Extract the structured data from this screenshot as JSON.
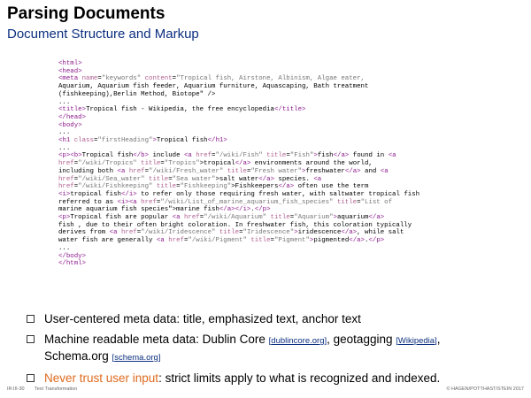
{
  "slide": {
    "title": "Parsing Documents",
    "subtitle": "Document Structure and Markup"
  },
  "code_lines": [
    "<html>",
    "<head>",
    "<meta name=\"keywords\" content=\"Tropical fish, Airstone, Albinism, Algae eater,",
    "Aquarium, Aquarium fish feeder, Aquarium furniture, Aquascaping, Bath treatment",
    "(fishkeeping),Berlin Method, Biotope\" />",
    "...",
    "<title>Tropical fish - Wikipedia, the free encyclopedia</title>",
    "</head>",
    "<body>",
    "...",
    "<h1 class=\"firstHeading\">Tropical fish</h1>",
    "...",
    "<p><b>Tropical fish</b> include <a href=\"/wiki/Fish\" title=\"Fish\">fish</a> found in <a",
    "href=\"/wiki/Tropics\" title=\"Tropics\">tropical</a> environments around the world,",
    "including both <a href=\"/wiki/Fresh_water\" title=\"Fresh water\">freshwater</a> and <a",
    "href=\"/wiki/Sea_water\" title=\"Sea water\">salt water</a> species. <a",
    "href=\"/wiki/Fishkeeping\" title=\"Fishkeeping\">Fishkeepers</a> often use the term",
    "<i>tropical fish</i> to refer only those requiring fresh water, with saltwater tropical fish",
    "referred to as <i><a href=\"/wiki/List_of_marine_aquarium_fish_species\" title=\"List of",
    "marine aquarium fish species\">marine fish</a></i>.</p>",
    "<p>Tropical fish are popular <a href=\"/wiki/Aquarium\" title=\"Aquarium\">aquarium</a>",
    "fish , due to their often bright coloration. In freshwater fish, this coloration typically",
    "derives from <a href=\"/wiki/Iridescence\" title=\"Iridescence\">iridescence</a>, while salt",
    "water fish are generally <a href=\"/wiki/Pigment\" title=\"Pigment\">pigmented</a>.</p>",
    "...",
    "</body>",
    "</html>"
  ],
  "bullets": {
    "b1": "User-centered meta data: title, emphasized text, anchor text",
    "b2_text": "Machine readable meta data: Dublin Core ",
    "b2_ref1": "dublincore.org",
    "b2_mid": ", geotagging ",
    "b2_ref2": "Wikipedia",
    "b2_mid2": ",",
    "b2_line2": "Schema.org ",
    "b2_ref3": "schema.org",
    "b3_warn": "Never trust user input",
    "b3_rest": ": strict limits apply to what is recognized and indexed."
  },
  "footer": {
    "page": "IR:III-30",
    "section": "Text Transformation",
    "copyright": "© HAGEN/POTTHAST/STEIN 2017"
  },
  "colors": {
    "subtitle": "#0b2f7f",
    "tag": "#8b1a8b",
    "attribute": "#b06090",
    "value": "#777777",
    "warning": "#e06a1e"
  }
}
